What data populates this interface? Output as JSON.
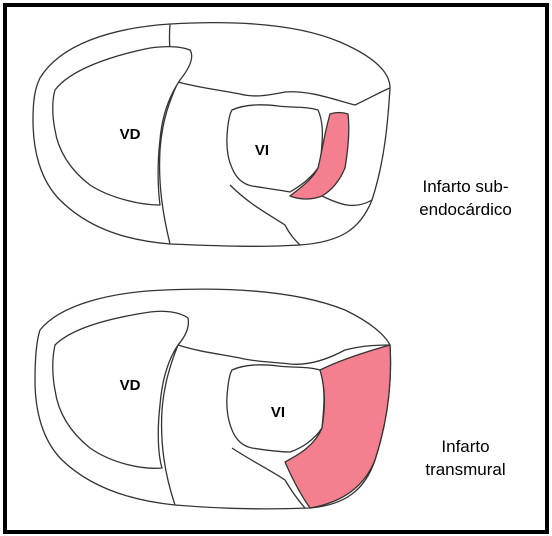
{
  "colors": {
    "infarct_fill": "#F4808F",
    "outline": "#333333",
    "frame": "#000000"
  },
  "top_heart": {
    "right_ventricle_label": "VD",
    "left_ventricle_label": "VI",
    "caption_line1": "Infarto sub-",
    "caption_line2": "endocárdico"
  },
  "bottom_heart": {
    "right_ventricle_label": "VD",
    "left_ventricle_label": "VI",
    "caption_line1": "Infarto",
    "caption_line2": "transmural"
  }
}
